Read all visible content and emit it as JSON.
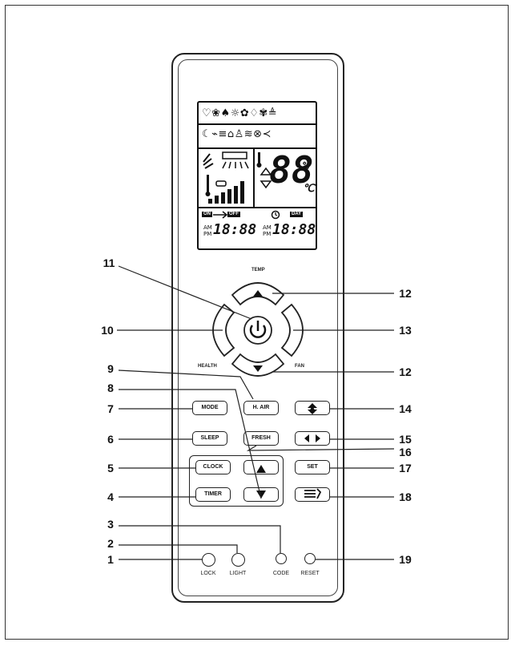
{
  "lcd": {
    "icons_row1": "♡❀♠☼✿♢✾≜",
    "icons_row2": "☾⌁≡⌂♙≋⊗≺",
    "big_digits": "88",
    "percent": "%",
    "celsius": "℃",
    "on_label": "ON",
    "off_label": "OFF",
    "day_label": "DAY",
    "am": "AM",
    "pm": "PM",
    "time_left": "18:88",
    "time_right": "18:88"
  },
  "labels": {
    "temp": "TEMP",
    "health": "HEALTH",
    "fan": "FAN"
  },
  "buttons": {
    "mode": "MODE",
    "hair": "H. AIR",
    "sleep": "SLEEP",
    "fresh": "FRESH",
    "clock": "CLOCK",
    "set": "SET",
    "timer": "TIMER",
    "lock": "LOCK",
    "light": "LIGHT",
    "code": "CODE",
    "reset": "RESET"
  },
  "callouts": {
    "n1": "1",
    "n2": "2",
    "n3": "3",
    "n4": "4",
    "n5": "5",
    "n6": "6",
    "n7": "7",
    "n8": "8",
    "n9": "9",
    "n10": "10",
    "n11": "11",
    "n12a": "12",
    "n12b": "12",
    "n13": "13",
    "n14": "14",
    "n15": "15",
    "n16": "16",
    "n17": "17",
    "n18": "18",
    "n19": "19"
  }
}
